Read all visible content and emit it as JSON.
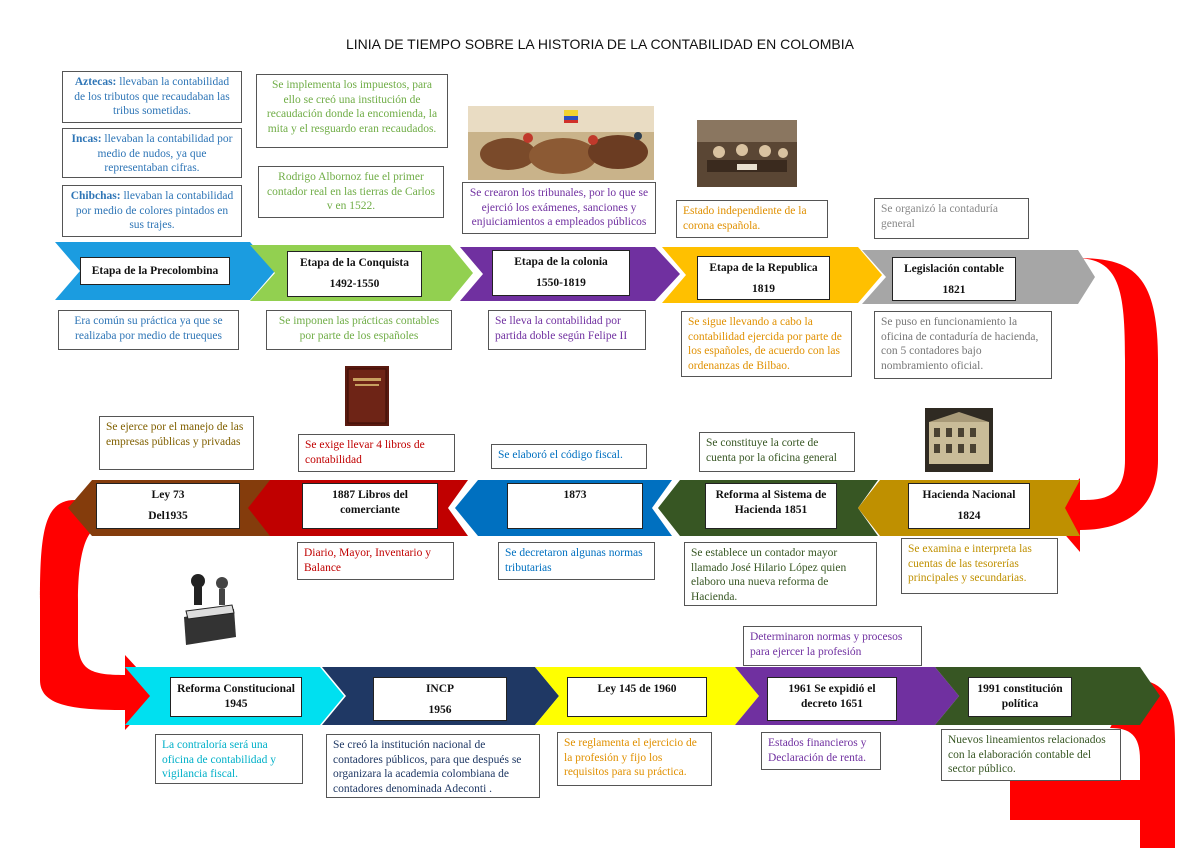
{
  "title": "LINIA DE TIEMPO SOBRE LA HISTORIA DE LA CONTABILIDAD EN COLOMBIA",
  "colors": {
    "blue": "#1b9ce0",
    "green": "#92d050",
    "purple": "#7030a0",
    "orange": "#ffc000",
    "gray": "#a6a6a6",
    "gold": "#bf9000",
    "darkgreen": "#375623",
    "midblue": "#0070c0",
    "darkred": "#c00000",
    "brown": "#843c0c",
    "cyan": "#00e0f0",
    "navy": "#1f3864",
    "yellow": "#ffff00",
    "violet": "#7030a0",
    "forest": "#375623",
    "arrow": "#ff0000"
  },
  "row1": {
    "precolombina": {
      "title": "Etapa de la Precolombina"
    },
    "conquista": {
      "title": "Etapa de la Conquista",
      "year": "1492-1550"
    },
    "colonia": {
      "title": "Etapa de la colonia",
      "year": "1550-1819"
    },
    "republica": {
      "title": "Etapa de la Republica",
      "year": "1819"
    },
    "legislacion": {
      "title": "Legislación contable",
      "year": "1821"
    }
  },
  "row2": {
    "ley73": {
      "title": "Ley 73",
      "year": "Del1935"
    },
    "libros": {
      "title": "1887 Libros del comerciante"
    },
    "y1873": {
      "title": "1873"
    },
    "reforma": {
      "title": "Reforma al Sistema de Hacienda   1851"
    },
    "hacienda": {
      "title": "Hacienda Nacional",
      "year": "1824"
    }
  },
  "row3": {
    "reforma45": {
      "title": "Reforma Constitucional 1945"
    },
    "incp": {
      "title": "INCP",
      "year": "1956"
    },
    "ley145": {
      "title": "Ley 145 de 1960"
    },
    "decreto": {
      "title": "1961 Se expidió el decreto 1651"
    },
    "constitucion": {
      "title": "1991 constitución política"
    }
  },
  "notes": {
    "aztecas_name": "Aztecas:",
    "aztecas": " llevaban la contabilidad de los tributos que recaudaban las tribus sometidas.",
    "incas_name": "Incas:",
    "incas": " llevaban la contabilidad por medio de nudos, ya que representaban cifras.",
    "chibchas_name": "Chibchas:",
    "chibchas": " llevaban la contabilidad por medio de colores pintados en sus trajes.",
    "impuestos": "Se implementa los impuestos, para ello se creó una institución de recaudación donde la encomienda, la mita y el resguardo eran recaudados.",
    "albornoz": "Rodrigo Albornoz fue el primer contador real en las tierras de Carlos v en 1522.",
    "tribunales": "Se crearon los tribunales, por lo que se ejerció los exámenes, sanciones y enjuiciamientos a empleados públicos",
    "independiente": "Estado independiente de la corona española.",
    "contaduria": "Se organizó la contaduría general",
    "trueques": "Era común su práctica ya que se realizaba por medio de trueques",
    "practicas": "Se imponen las prácticas contables por parte de los españoles",
    "partida": "Se lleva la contabilidad por partida doble según Felipe II",
    "bilbao": "Se sigue llevando a cabo la contabilidad ejercida por parte de los españoles, de acuerdo con las ordenanzas de Bilbao.",
    "oficina": "Se puso en funcionamiento la oficina de contaduría de hacienda, con 5 contadores bajo nombramiento oficial.",
    "empresas": "Se ejerce por el manejo de las empresas públicas y privadas",
    "cuatro_libros": "Se exige llevar 4 libros de contabilidad",
    "codigo": "Se elaboró el código fiscal.",
    "corte": "Se constituye la corte de cuenta por la oficina general",
    "diario": "Diario, Mayor, Inventario y Balance",
    "normas_trib": "Se decretaron algunas normas tributarias",
    "contador_mayor": "Se establece un contador mayor llamado José Hilario López quien elaboro una nueva reforma de Hacienda.",
    "tesorerias": "Se examina  e interpreta las cuentas de las tesorerías principales y secundarias.",
    "procesos": "Determinaron normas y procesos para ejercer la profesión",
    "contraloria": "La contraloría será una oficina de contabilidad y vigilancia fiscal.",
    "adeconti": "Se creó la institución nacional de contadores públicos, para que después se organizara la academia colombiana de contadores denominada Adeconti .",
    "reglamenta": "Se reglamenta el ejercicio de la profesión y fijo los requisitos para su práctica.",
    "estados": "Estados financieros y Declaración de renta.",
    "lineamientos": "Nuevos lineamientos relacionados con la elaboración contable del sector público."
  },
  "images": {
    "battle": "battle-painting",
    "meeting": "independence-meeting-painting",
    "book": "accounting-book-photo",
    "building": "hacienda-building-photo",
    "cartoon": "accounting-cartoon"
  }
}
